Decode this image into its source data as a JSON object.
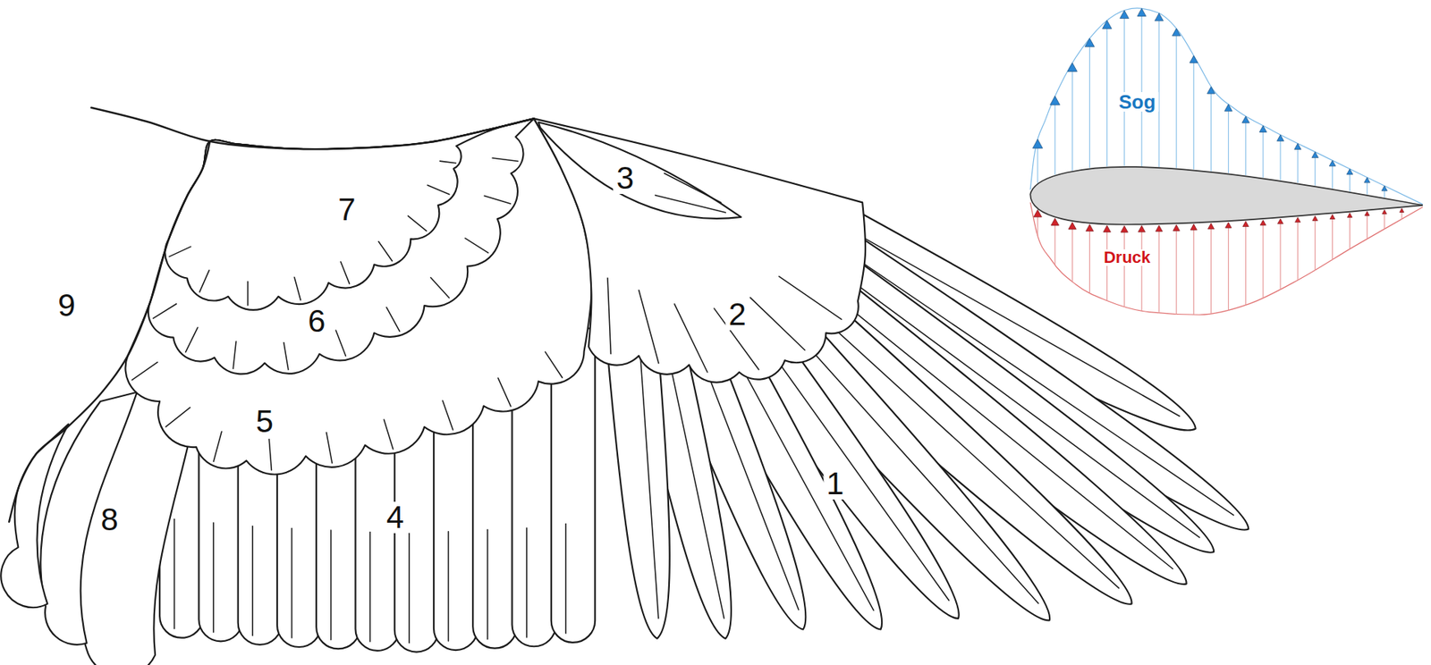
{
  "diagram": {
    "labels": [
      "1",
      "2",
      "3",
      "4",
      "5",
      "6",
      "7",
      "8",
      "9",
      "Sog",
      "Druck"
    ]
  }
}
